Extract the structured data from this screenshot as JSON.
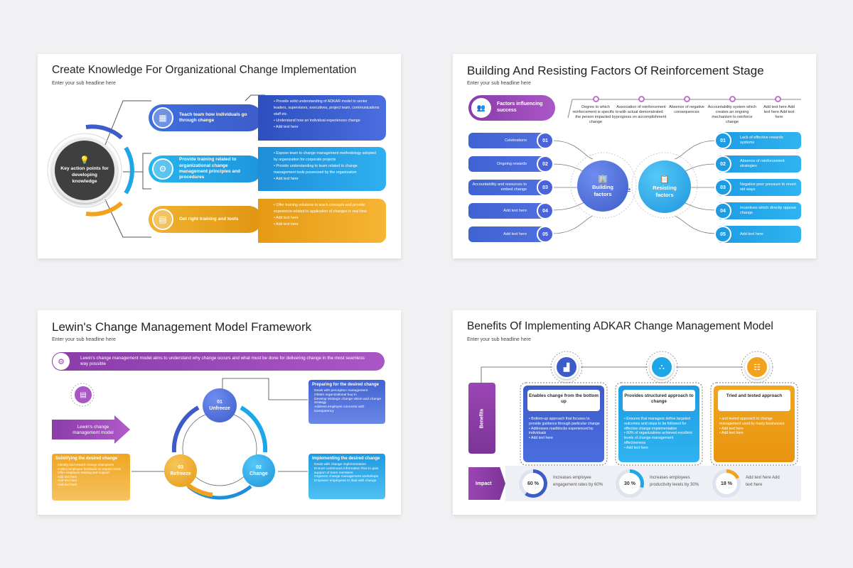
{
  "colors": {
    "blue": "#3d5cc8",
    "lightblue": "#1ea7e8",
    "orange": "#f2a21c",
    "purple": "#9b45b5",
    "dark": "#3f3f3f"
  },
  "slide1": {
    "title": "Create Knowledge For Organizational Change Implementation",
    "sub": "Enter your sub headline here",
    "hub": "Key action points for developing knowledge",
    "items": [
      {
        "label": "Teach team how individuals go through change",
        "icon": "presentation-icon",
        "bullets": [
          "Provide solid understanding of ADKAR model to senior leaders, supervisors, executives, project team, communications staff etc.",
          "Understand how an individual experiences change",
          "Add text here"
        ]
      },
      {
        "label": "Provide training related to organizational change management principles and procedures",
        "icon": "gear-icon",
        "bullets": [
          "Expose team to change management methodology adopted by organization for corporate projects",
          "Provide understanding to team related to change management tools possessed by the organization",
          "Add text here"
        ]
      },
      {
        "label": "Get right training and tools",
        "icon": "training-chart-icon",
        "bullets": [
          "Offer training solutions to teach concepts and provide experience related to application of changes in real time",
          "Add text here",
          "Add text here"
        ]
      }
    ]
  },
  "slide2": {
    "title": "Building And Resisting Factors Of Reinforcement Stage",
    "sub": "Enter your sub headline here",
    "factors_label": "Factors influencing success",
    "top": [
      "Degree to which reinforcement is specific to the person impacted by change",
      "Association of reinforcement with actual demonstrated progress on accomplishment",
      "Absence of negative consequences",
      "Accountability system which creates an ongoing mechanism to reinforce change",
      "Add text here Add text here Add text here"
    ],
    "building": "Building factors",
    "resisting": "Resisting factors",
    "left": [
      {
        "n": "01",
        "t": "Celebrations"
      },
      {
        "n": "02",
        "t": "Ongoing rewards"
      },
      {
        "n": "03",
        "t": "Accountability and resources to embed change"
      },
      {
        "n": "04",
        "t": "Add text here"
      },
      {
        "n": "05",
        "t": "Add text here"
      }
    ],
    "right": [
      {
        "n": "01",
        "t": "Lack of effective rewards systems"
      },
      {
        "n": "02",
        "t": "Absence of reinforcement strategies"
      },
      {
        "n": "03",
        "t": "Negative peer pressure to revert old ways"
      },
      {
        "n": "04",
        "t": "Incentives which directly oppose change"
      },
      {
        "n": "05",
        "t": "Add text here"
      }
    ]
  },
  "slide3": {
    "title": "Lewin's Change Management Model Framework",
    "sub": "Enter your sub headline here",
    "banner": "Lewin's change management model aims to understand why change occurs and what must be done for delivering change in the most seamless way possible",
    "arrow_label": "Lewin's change management model",
    "steps": [
      {
        "n": "01",
        "t": "Unfreeze"
      },
      {
        "n": "02",
        "t": "Change"
      },
      {
        "n": "03",
        "t": "Refreeze"
      }
    ],
    "boxes": [
      {
        "title": "Preparing for the desired change",
        "bullets": [
          "Deals with perception management",
          "Obtain organizational buy-in",
          "Develop strategic change vision and change strategy",
          "Address employee concerns with transparency"
        ]
      },
      {
        "title": "Implementing the desired change",
        "bullets": [
          "Deals with change implementation",
          "Ensure continuous information flow to gain support of team members",
          "Organize change management workshops",
          "Empower employees to deal with change"
        ]
      },
      {
        "title": "Solidifying the desired change",
        "bullets": [
          "Identify and reward change champions",
          "Collect employee feedback on regular basis",
          "Offer employee training and support",
          "Add text here",
          "Add text here",
          "Add text here"
        ]
      }
    ]
  },
  "slide4": {
    "title": "Benefits Of Implementing ADKAR Change Management Model",
    "sub": "Enter your sub headline here",
    "benefits_label": "Benefits",
    "impact_label": "Impact",
    "cards": [
      {
        "head": "Enables change from the bottom up",
        "icon": "growth-icon",
        "bullets": [
          "Bottom-up approach that focuses to provide guidance through particular change",
          "Addresses roadblocks experienced by individuals",
          "Add text here"
        ]
      },
      {
        "head": "Provides structured approach to change",
        "icon": "hierarchy-icon",
        "bullets": [
          "Ensures that managers define targeted outcomes and steps to be followed for effective change implementation",
          "60% of organizations achieved excellent levels of change management effectiveness",
          "Add text here"
        ]
      },
      {
        "head": "Tried and tested approach",
        "icon": "checklist-icon",
        "bullets": [
          "and tested approach to change management used by many businesses",
          "Add text here",
          "Add text here"
        ]
      }
    ],
    "impacts": [
      {
        "pct": "60 %",
        "value": 60,
        "text": "Increases employee engagement rates by 60%"
      },
      {
        "pct": "30 %",
        "value": 30,
        "text": "Increases employees productivity levels by 30%"
      },
      {
        "pct": "18 %",
        "value": 18,
        "text": "Add text here Add text here"
      }
    ]
  }
}
